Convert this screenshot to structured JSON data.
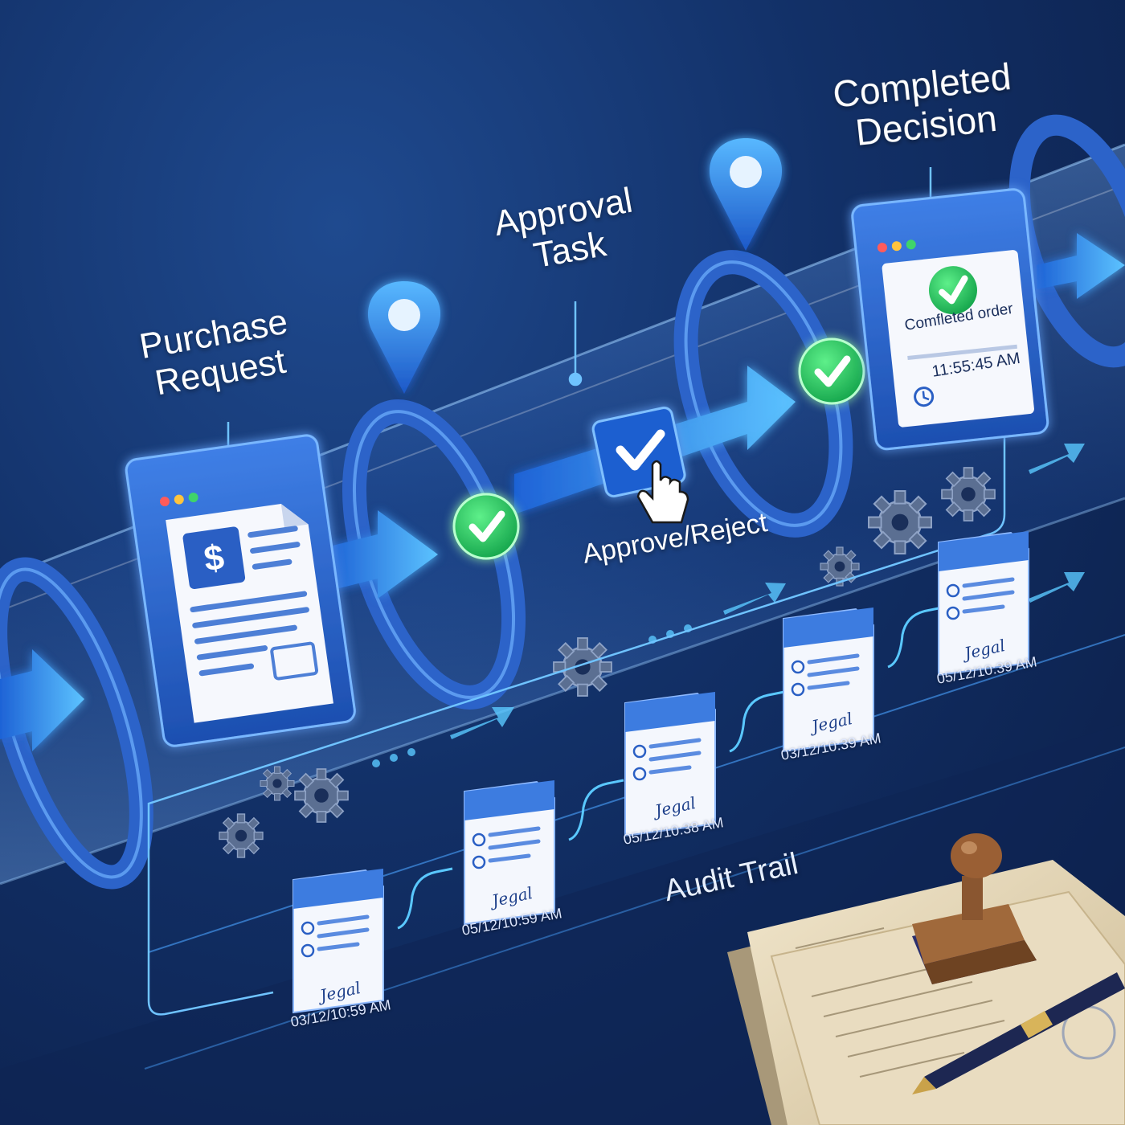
{
  "stages": {
    "purchase_request": {
      "line1": "Purchase",
      "line2": "Request"
    },
    "approval_task": {
      "line1": "Approval",
      "line2": "Task"
    },
    "completed_decision": {
      "line1": "Completed",
      "line2": "Decision"
    }
  },
  "approve_reject_label": "Approve/Reject",
  "completed_panel": {
    "status_text": "Comfleted order",
    "time": "11:55:45 AM"
  },
  "audit_trail": {
    "label": "Audit Trail",
    "signature": "Jegal",
    "entries": [
      {
        "timestamp": "03/12/10:59 AM"
      },
      {
        "timestamp": "05/12/10:59 AM"
      },
      {
        "timestamp": "05/12/10:38 AM"
      },
      {
        "timestamp": "03/12/10:39 AM"
      },
      {
        "timestamp": "05/12/10:39 AM"
      }
    ]
  },
  "icons": {
    "purchase_document": "dollar-document-icon",
    "checkpoint": "check-circle-icon",
    "location": "location-pin-icon",
    "cursor": "hand-pointer-icon",
    "settings": "gear-icon",
    "clock": "clock-icon",
    "stamp": "rubber-stamp-icon",
    "pen": "fountain-pen-icon"
  },
  "colors": {
    "background_dark": "#0b1d45",
    "background_light": "#1f4a8f",
    "accent_blue": "#3b82f6",
    "glow_cyan": "#5ac8ff",
    "success_green": "#22c55e",
    "paper": "#e9dcc0"
  }
}
